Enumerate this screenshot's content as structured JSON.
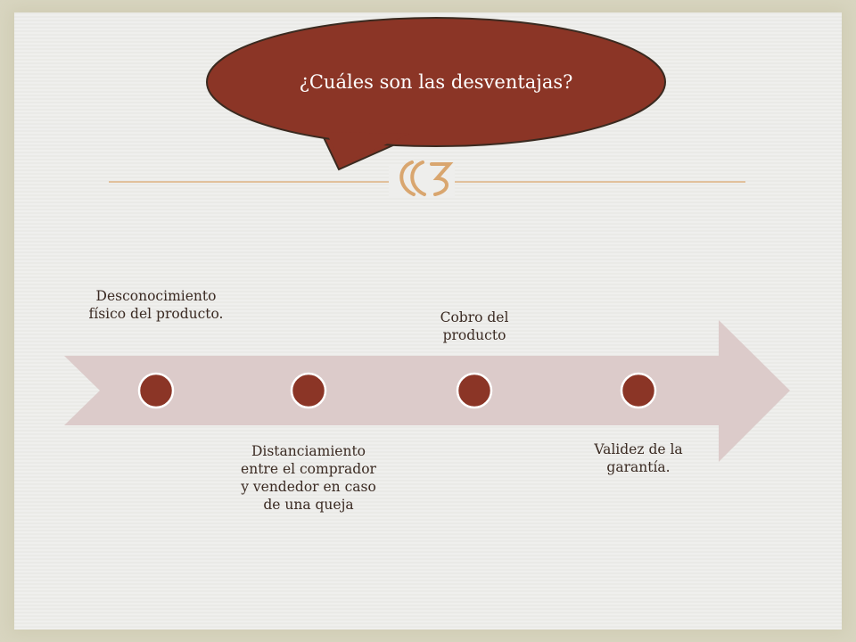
{
  "title": "¿Cuáles son las desventajas?",
  "colors": {
    "accent": "#8b3526",
    "arrow": "#dccbca",
    "divider": "#d9a66f",
    "background": "#eeeeec"
  },
  "timeline": {
    "nodes": [
      {
        "label": "Desconocimiento físico del producto.",
        "position": "above"
      },
      {
        "label": "Distanciamiento entre el comprador y vendedor en caso de una queja",
        "position": "below"
      },
      {
        "label": "Cobro del producto",
        "position": "above"
      },
      {
        "label": "Validez de la garantía.",
        "position": "below"
      }
    ]
  },
  "decoration": {
    "icon": "bracket-ornament-icon"
  }
}
